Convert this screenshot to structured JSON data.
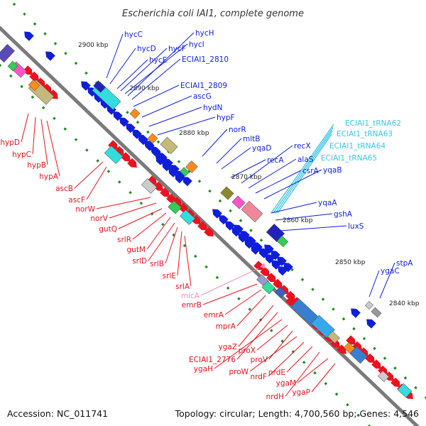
{
  "title": "Escherichia coli IAI1, complete genome",
  "footer": {
    "accession": "Accession: NC_011741",
    "stats": "Topology: circular; Length: 4,700,560 bp; Genes: 4,546"
  },
  "colors": {
    "forward_gene": "#e8131f",
    "reverse_gene": "#0f1fd9",
    "trna": "#39c5e6",
    "ncrna": "#f08fbf",
    "backbone": "#7a7a7a",
    "tick": "#1e8a1e"
  },
  "ticks": [
    "2900 kbp",
    "2890 kbp",
    "2880 kbp",
    "2870 kbp",
    "2860 kbp",
    "2850 kbp",
    "2840 kbp"
  ],
  "reverse_strand_labels": [
    "hycC",
    "hycD",
    "hycE",
    "hycF",
    "hycI",
    "hycH",
    "ECIAI1_2810",
    "ECIAI1_2809",
    "ascG",
    "hydN",
    "hypF",
    "norR",
    "mltB",
    "yqaD",
    "recA",
    "recX",
    "alaS",
    "csrA",
    "yqaB",
    "yqaA",
    "gshA",
    "luxS",
    "ygaC",
    "stpA"
  ],
  "trna_labels": [
    "ECIAI1_tRNA62",
    "ECIAI1_tRNA63",
    "ECIAI1_tRNA64",
    "ECIAI1_tRNA65"
  ],
  "forward_strand_labels": [
    "hypD",
    "hypC",
    "hypB",
    "hypA",
    "ascB",
    "ascF",
    "norW",
    "norV",
    "gutQ",
    "srlR",
    "gutM",
    "srlD",
    "srlB",
    "srlE",
    "srlA",
    "emrB",
    "emrA",
    "mprA",
    "ygaZ",
    "ECIAI1_2776",
    "ygaH",
    "proX",
    "proV",
    "proW",
    "nrdF",
    "nrdE",
    "nrdH",
    "ygaM",
    "ygaP"
  ],
  "ncrna_labels": [
    "micA"
  ]
}
